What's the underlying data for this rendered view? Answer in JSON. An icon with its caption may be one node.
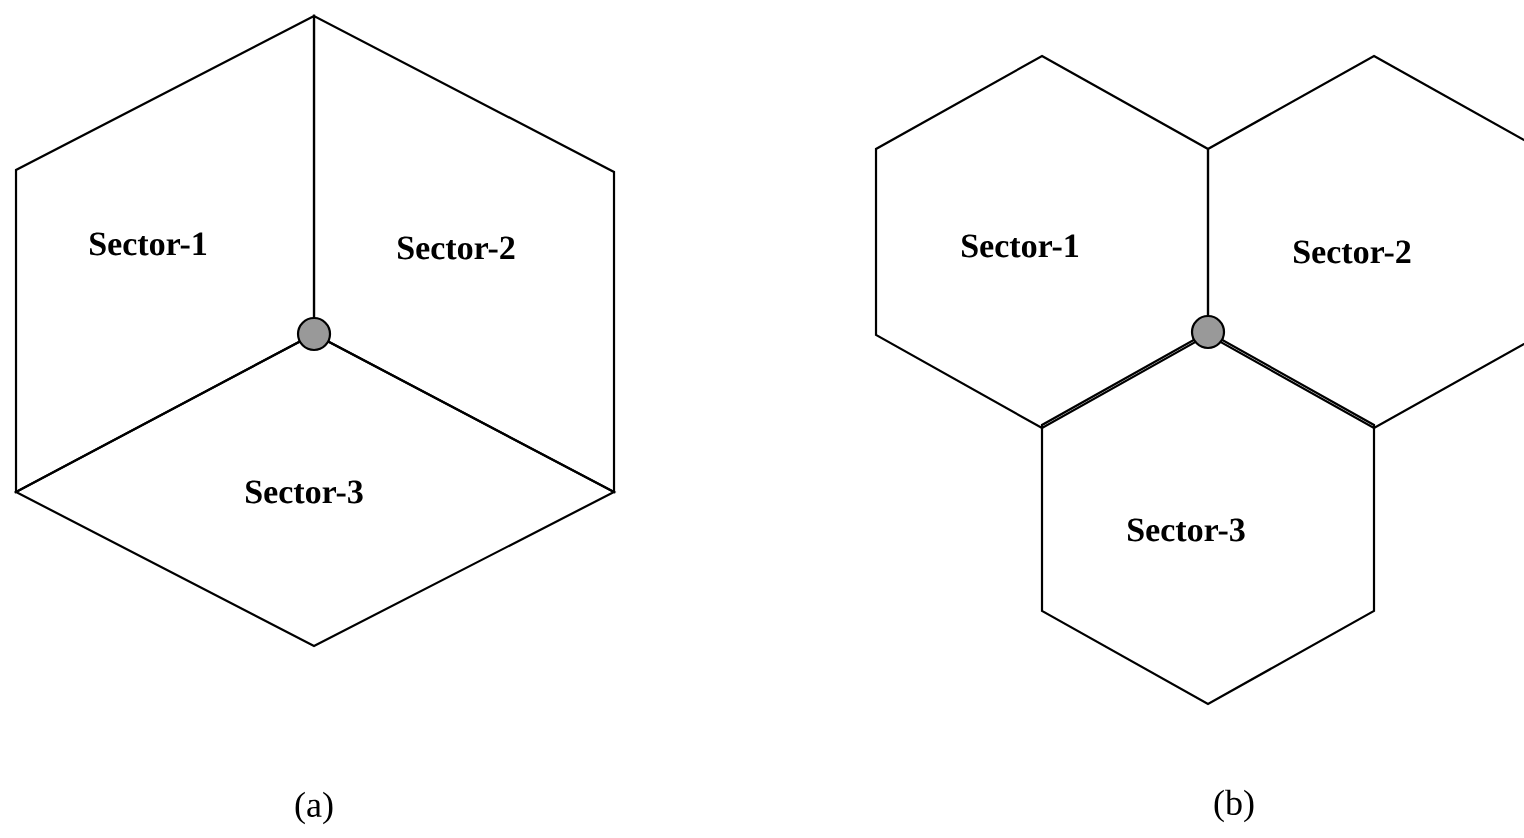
{
  "diagram": {
    "nodes": [
      {
        "text": [
          "Sector-1"
        ]
      },
      {
        "text": [
          "Sector-2"
        ]
      },
      {
        "text": [
          "Sector-3"
        ]
      },
      {
        "text": [],
        "shape": "circle"
      },
      {
        "text": [
          "Sector-1"
        ]
      },
      {
        "text": [
          "Sector-2"
        ]
      },
      {
        "text": [
          "Sector-3"
        ]
      },
      {
        "text": [],
        "shape": "circle"
      }
    ],
    "labels": [
      "(a)",
      "(b)"
    ]
  }
}
